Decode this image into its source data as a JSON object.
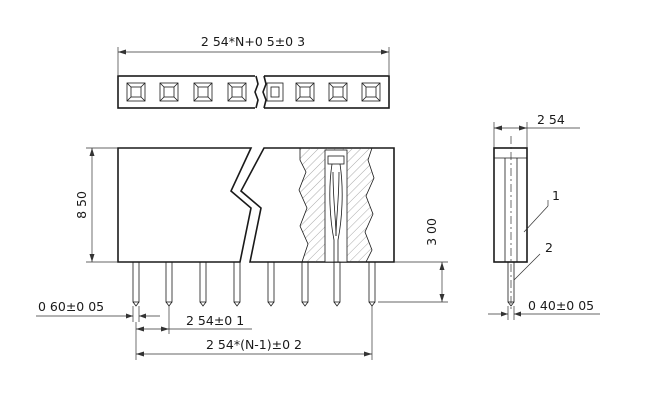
{
  "dims": {
    "total_length": "2 54*N+0 5±0 3",
    "pitch_top": "2 54",
    "height": "8 50",
    "pin_length": "3 00",
    "pin_width": "0 60±0 05",
    "pitch": "2 54±0 1",
    "span": "2 54*(N-1)±0 2",
    "pin_thickness": "0 40±0 05"
  },
  "callouts": {
    "part1": "1",
    "part2": "2"
  }
}
